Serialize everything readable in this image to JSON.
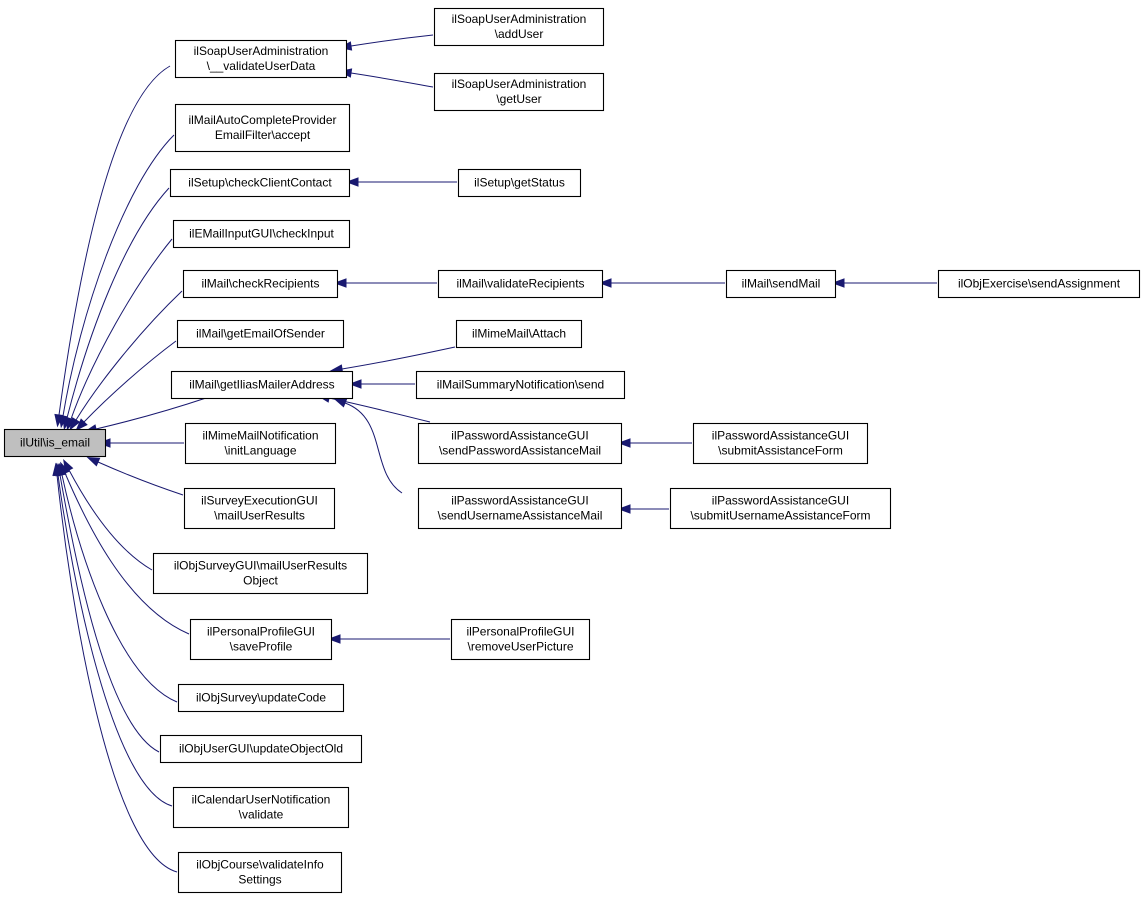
{
  "diagram": {
    "type": "call-graph",
    "colors": {
      "edge": "#191970",
      "root_fill": "#bfbfbf",
      "node_fill": "#ffffff",
      "node_border": "#000000"
    },
    "nodes": [
      {
        "id": "root",
        "label": [
          "ilUtil\\is_email"
        ],
        "root": true
      },
      {
        "id": "soapValidate",
        "label": [
          "ilSoapUserAdministration",
          "\\__validateUserData"
        ]
      },
      {
        "id": "soapAdd",
        "label": [
          "ilSoapUserAdministration",
          "\\addUser"
        ]
      },
      {
        "id": "soapGet",
        "label": [
          "ilSoapUserAdministration",
          "\\getUser"
        ]
      },
      {
        "id": "mailAuto",
        "label": [
          "ilMailAutoCompleteProvider",
          "EmailFilter\\accept"
        ]
      },
      {
        "id": "setupCheck",
        "label": [
          "ilSetup\\checkClientContact"
        ]
      },
      {
        "id": "setupStatus",
        "label": [
          "ilSetup\\getStatus"
        ]
      },
      {
        "id": "emailInput",
        "label": [
          "ilEMailInputGUI\\checkInput"
        ]
      },
      {
        "id": "mailCheckRec",
        "label": [
          "ilMail\\checkRecipients"
        ]
      },
      {
        "id": "mailValidateRec",
        "label": [
          "ilMail\\validateRecipients"
        ]
      },
      {
        "id": "mailSend",
        "label": [
          "ilMail\\sendMail"
        ]
      },
      {
        "id": "exerciseSend",
        "label": [
          "ilObjExercise\\sendAssignment"
        ]
      },
      {
        "id": "mailSender",
        "label": [
          "ilMail\\getEmailOfSender"
        ]
      },
      {
        "id": "mimeAttach",
        "label": [
          "ilMimeMail\\Attach"
        ]
      },
      {
        "id": "mailerAddr",
        "label": [
          "ilMail\\getIliasMailerAddress"
        ]
      },
      {
        "id": "summarySend",
        "label": [
          "ilMailSummaryNotification\\send"
        ]
      },
      {
        "id": "pwSendPw",
        "label": [
          "ilPasswordAssistanceGUI",
          "\\sendPasswordAssistanceMail"
        ]
      },
      {
        "id": "pwSubmitPw",
        "label": [
          "ilPasswordAssistanceGUI",
          "\\submitAssistanceForm"
        ]
      },
      {
        "id": "mimeNotif",
        "label": [
          "ilMimeMailNotification",
          "\\initLanguage"
        ]
      },
      {
        "id": "pwSendUser",
        "label": [
          "ilPasswordAssistanceGUI",
          "\\sendUsernameAssistanceMail"
        ]
      },
      {
        "id": "pwSubmitUser",
        "label": [
          "ilPasswordAssistanceGUI",
          "\\submitUsernameAssistanceForm"
        ]
      },
      {
        "id": "surveyExec",
        "label": [
          "ilSurveyExecutionGUI",
          "\\mailUserResults"
        ]
      },
      {
        "id": "objSurveyGUI",
        "label": [
          "ilObjSurveyGUI\\mailUserResults",
          "Object"
        ]
      },
      {
        "id": "profileSave",
        "label": [
          "ilPersonalProfileGUI",
          "\\saveProfile"
        ]
      },
      {
        "id": "profileRemove",
        "label": [
          "ilPersonalProfileGUI",
          "\\removeUserPicture"
        ]
      },
      {
        "id": "surveyUpdate",
        "label": [
          "ilObjSurvey\\updateCode"
        ]
      },
      {
        "id": "userGUIUpdate",
        "label": [
          "ilObjUserGUI\\updateObjectOld"
        ]
      },
      {
        "id": "calendarNotif",
        "label": [
          "ilCalendarUserNotification",
          "\\validate"
        ]
      },
      {
        "id": "courseValidate",
        "label": [
          "ilObjCourse\\validateInfo",
          "Settings"
        ]
      }
    ],
    "edges": [
      {
        "from": "soapValidate",
        "to": "root"
      },
      {
        "from": "mailAuto",
        "to": "root"
      },
      {
        "from": "setupCheck",
        "to": "root"
      },
      {
        "from": "emailInput",
        "to": "root"
      },
      {
        "from": "mailCheckRec",
        "to": "root"
      },
      {
        "from": "mailSender",
        "to": "root"
      },
      {
        "from": "mailerAddr",
        "to": "root"
      },
      {
        "from": "mimeNotif",
        "to": "root"
      },
      {
        "from": "surveyExec",
        "to": "root"
      },
      {
        "from": "objSurveyGUI",
        "to": "root"
      },
      {
        "from": "profileSave",
        "to": "root"
      },
      {
        "from": "surveyUpdate",
        "to": "root"
      },
      {
        "from": "userGUIUpdate",
        "to": "root"
      },
      {
        "from": "calendarNotif",
        "to": "root"
      },
      {
        "from": "courseValidate",
        "to": "root"
      },
      {
        "from": "soapAdd",
        "to": "soapValidate"
      },
      {
        "from": "soapGet",
        "to": "soapValidate"
      },
      {
        "from": "setupStatus",
        "to": "setupCheck"
      },
      {
        "from": "mailValidateRec",
        "to": "mailCheckRec"
      },
      {
        "from": "mailSend",
        "to": "mailValidateRec"
      },
      {
        "from": "exerciseSend",
        "to": "mailSend"
      },
      {
        "from": "mimeAttach",
        "to": "mailerAddr"
      },
      {
        "from": "summarySend",
        "to": "mailerAddr"
      },
      {
        "from": "pwSendPw",
        "to": "mailerAddr"
      },
      {
        "from": "pwSendUser",
        "to": "mailerAddr"
      },
      {
        "from": "pwSubmitPw",
        "to": "pwSendPw"
      },
      {
        "from": "pwSubmitUser",
        "to": "pwSendUser"
      },
      {
        "from": "profileRemove",
        "to": "profileSave"
      }
    ]
  }
}
